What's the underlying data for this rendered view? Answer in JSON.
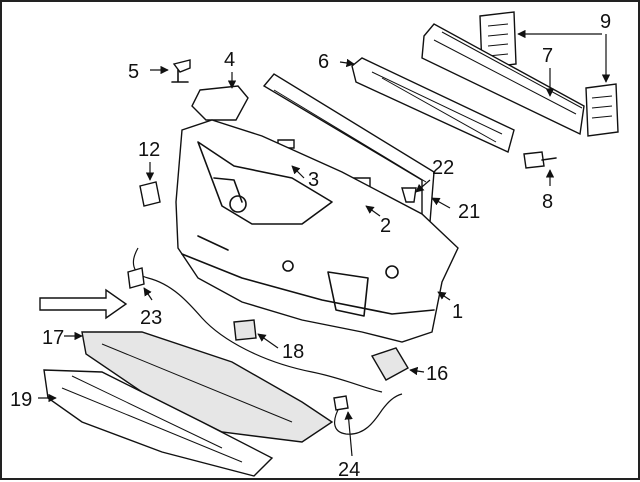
{
  "diagram": {
    "callouts": [
      {
        "id": "c1",
        "text": "1"
      },
      {
        "id": "c2",
        "text": "2"
      },
      {
        "id": "c3",
        "text": "3"
      },
      {
        "id": "c4",
        "text": "4"
      },
      {
        "id": "c5",
        "text": "5"
      },
      {
        "id": "c6",
        "text": "6"
      },
      {
        "id": "c7",
        "text": "7"
      },
      {
        "id": "c8",
        "text": "8"
      },
      {
        "id": "c9",
        "text": "9"
      },
      {
        "id": "c12",
        "text": "12"
      },
      {
        "id": "c16",
        "text": "16"
      },
      {
        "id": "c17",
        "text": "17"
      },
      {
        "id": "c18",
        "text": "18"
      },
      {
        "id": "c19",
        "text": "19"
      },
      {
        "id": "c21",
        "text": "21"
      },
      {
        "id": "c22",
        "text": "22"
      },
      {
        "id": "c23",
        "text": "23"
      },
      {
        "id": "c24",
        "text": "24"
      }
    ]
  }
}
